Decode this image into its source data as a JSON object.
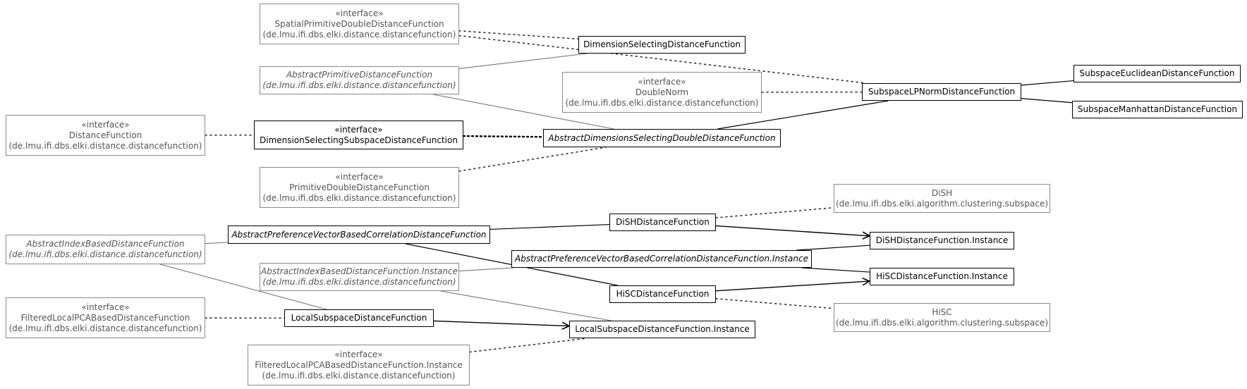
{
  "nodes": {
    "spatial_primitive": {
      "stereotype": "«interface»",
      "name": "SpatialPrimitiveDoubleDistanceFunction",
      "package": "(de.lmu.ifi.dbs.elki.distance.distancefunction)"
    },
    "dimension_selecting": {
      "stereotype": "",
      "name": "DimensionSelectingDistanceFunction",
      "package": ""
    },
    "abstract_primitive": {
      "stereotype": "",
      "name": "AbstractPrimitiveDistanceFunction",
      "package": "(de.lmu.ifi.dbs.elki.distance.distancefunction)"
    },
    "double_norm": {
      "stereotype": "«interface»",
      "name": "DoubleNorm",
      "package": "(de.lmu.ifi.dbs.elki.distance.distancefunction)"
    },
    "subspace_lp_norm": {
      "stereotype": "",
      "name": "SubspaceLPNormDistanceFunction",
      "package": ""
    },
    "subspace_euclidean": {
      "stereotype": "",
      "name": "SubspaceEuclideanDistanceFunction",
      "package": ""
    },
    "subspace_manhattan": {
      "stereotype": "",
      "name": "SubspaceManhattanDistanceFunction",
      "package": ""
    },
    "distance_function": {
      "stereotype": "«interface»",
      "name": "DistanceFunction",
      "package": "(de.lmu.ifi.dbs.elki.distance.distancefunction)"
    },
    "dimension_selecting_subspace": {
      "stereotype": "«interface»",
      "name": "DimensionSelectingSubspaceDistanceFunction",
      "package": ""
    },
    "abstract_dimensions_selecting": {
      "stereotype": "",
      "name": "AbstractDimensionsSelectingDoubleDistanceFunction",
      "package": ""
    },
    "primitive_double": {
      "stereotype": "«interface»",
      "name": "PrimitiveDoubleDistanceFunction",
      "package": "(de.lmu.ifi.dbs.elki.distance.distancefunction)"
    },
    "dish": {
      "stereotype": "",
      "name": "DiSH",
      "package": "(de.lmu.ifi.dbs.elki.algorithm.clustering.subspace)"
    },
    "abstract_index_based": {
      "stereotype": "",
      "name": "AbstractIndexBasedDistanceFunction",
      "package": "(de.lmu.ifi.dbs.elki.distance.distancefunction)"
    },
    "abstract_preference_vector": {
      "stereotype": "",
      "name": "AbstractPreferenceVectorBasedCorrelationDistanceFunction",
      "package": ""
    },
    "dish_distance": {
      "stereotype": "",
      "name": "DiSHDistanceFunction",
      "package": ""
    },
    "dish_distance_instance": {
      "stereotype": "",
      "name": "DiSHDistanceFunction.Instance",
      "package": ""
    },
    "abstract_preference_vector_instance": {
      "stereotype": "",
      "name": "AbstractPreferenceVectorBasedCorrelationDistanceFunction.Instance",
      "package": ""
    },
    "abstract_index_based_instance": {
      "stereotype": "",
      "name": "AbstractIndexBasedDistanceFunction.Instance",
      "package": "(de.lmu.ifi.dbs.elki.distance.distancefunction)"
    },
    "hisc_distance_instance": {
      "stereotype": "",
      "name": "HiSCDistanceFunction.Instance",
      "package": ""
    },
    "hisc_distance": {
      "stereotype": "",
      "name": "HiSCDistanceFunction",
      "package": ""
    },
    "filtered_local_pca": {
      "stereotype": "«interface»",
      "name": "FilteredLocalPCABasedDistanceFunction",
      "package": "(de.lmu.ifi.dbs.elki.distance.distancefunction)"
    },
    "local_subspace": {
      "stereotype": "",
      "name": "LocalSubspaceDistanceFunction",
      "package": ""
    },
    "hisc": {
      "stereotype": "",
      "name": "HiSC",
      "package": "(de.lmu.ifi.dbs.elki.algorithm.clustering.subspace)"
    },
    "local_subspace_instance": {
      "stereotype": "",
      "name": "LocalSubspaceDistanceFunction.Instance",
      "package": ""
    },
    "filtered_local_pca_instance": {
      "stereotype": "«interface»",
      "name": "FilteredLocalPCABasedDistanceFunction.Instance",
      "package": "(de.lmu.ifi.dbs.elki.distance.distancefunction)"
    }
  },
  "edges": [
    {
      "from": "spatial_primitive",
      "to": "dimension_selecting",
      "style": "dotted"
    },
    {
      "from": "spatial_primitive",
      "to": "subspace_lp_norm",
      "style": "dotted"
    },
    {
      "from": "abstract_primitive",
      "to": "dimension_selecting",
      "style": "solid-gray"
    },
    {
      "from": "abstract_primitive",
      "to": "abstract_dimensions_selecting",
      "style": "solid-gray"
    },
    {
      "from": "double_norm",
      "to": "subspace_lp_norm",
      "style": "dotted"
    },
    {
      "from": "abstract_dimensions_selecting",
      "to": "subspace_lp_norm",
      "style": "solid"
    },
    {
      "from": "subspace_lp_norm",
      "to": "subspace_euclidean",
      "style": "solid"
    },
    {
      "from": "subspace_lp_norm",
      "to": "subspace_manhattan",
      "style": "solid"
    },
    {
      "from": "distance_function",
      "to": "dimension_selecting_subspace",
      "style": "dotted"
    },
    {
      "from": "dimension_selecting_subspace",
      "to": "abstract_dimensions_selecting",
      "style": "dotted-bold"
    },
    {
      "from": "primitive_double",
      "to": "abstract_dimensions_selecting",
      "style": "dotted"
    },
    {
      "from": "abstract_index_based",
      "to": "abstract_preference_vector",
      "style": "solid-gray"
    },
    {
      "from": "abstract_index_based",
      "to": "local_subspace",
      "style": "solid-gray"
    },
    {
      "from": "abstract_preference_vector",
      "to": "dish_distance",
      "style": "solid"
    },
    {
      "from": "abstract_preference_vector",
      "to": "hisc_distance",
      "style": "solid"
    },
    {
      "from": "dish_distance",
      "to": "dish",
      "style": "dotted"
    },
    {
      "from": "dish_distance",
      "to": "dish_distance_instance",
      "style": "arrow"
    },
    {
      "from": "hisc_distance",
      "to": "hisc_distance_instance",
      "style": "arrow"
    },
    {
      "from": "hisc_distance",
      "to": "hisc",
      "style": "dotted"
    },
    {
      "from": "abstract_preference_vector_instance",
      "to": "dish_distance_instance",
      "style": "solid"
    },
    {
      "from": "abstract_preference_vector_instance",
      "to": "hisc_distance_instance",
      "style": "solid"
    },
    {
      "from": "abstract_index_based_instance",
      "to": "abstract_preference_vector_instance",
      "style": "solid-gray"
    },
    {
      "from": "abstract_index_based_instance",
      "to": "local_subspace_instance",
      "style": "solid-gray"
    },
    {
      "from": "filtered_local_pca",
      "to": "local_subspace",
      "style": "dotted"
    },
    {
      "from": "local_subspace",
      "to": "local_subspace_instance",
      "style": "arrow"
    },
    {
      "from": "filtered_local_pca_instance",
      "to": "local_subspace_instance",
      "style": "dotted"
    }
  ]
}
